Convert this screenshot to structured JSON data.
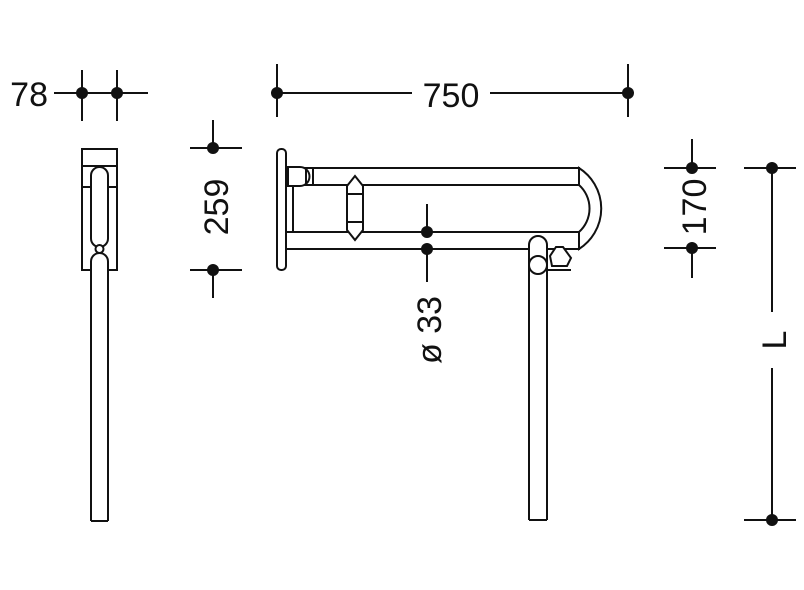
{
  "drawing": {
    "stroke_color": "#111111",
    "background_color": "#ffffff"
  },
  "dimensions": {
    "depth_label": "78",
    "width_label": "750",
    "height_label": "259",
    "bar_spacing_label": "170",
    "tube_diameter_label": "ø 33",
    "length_label": "L"
  }
}
